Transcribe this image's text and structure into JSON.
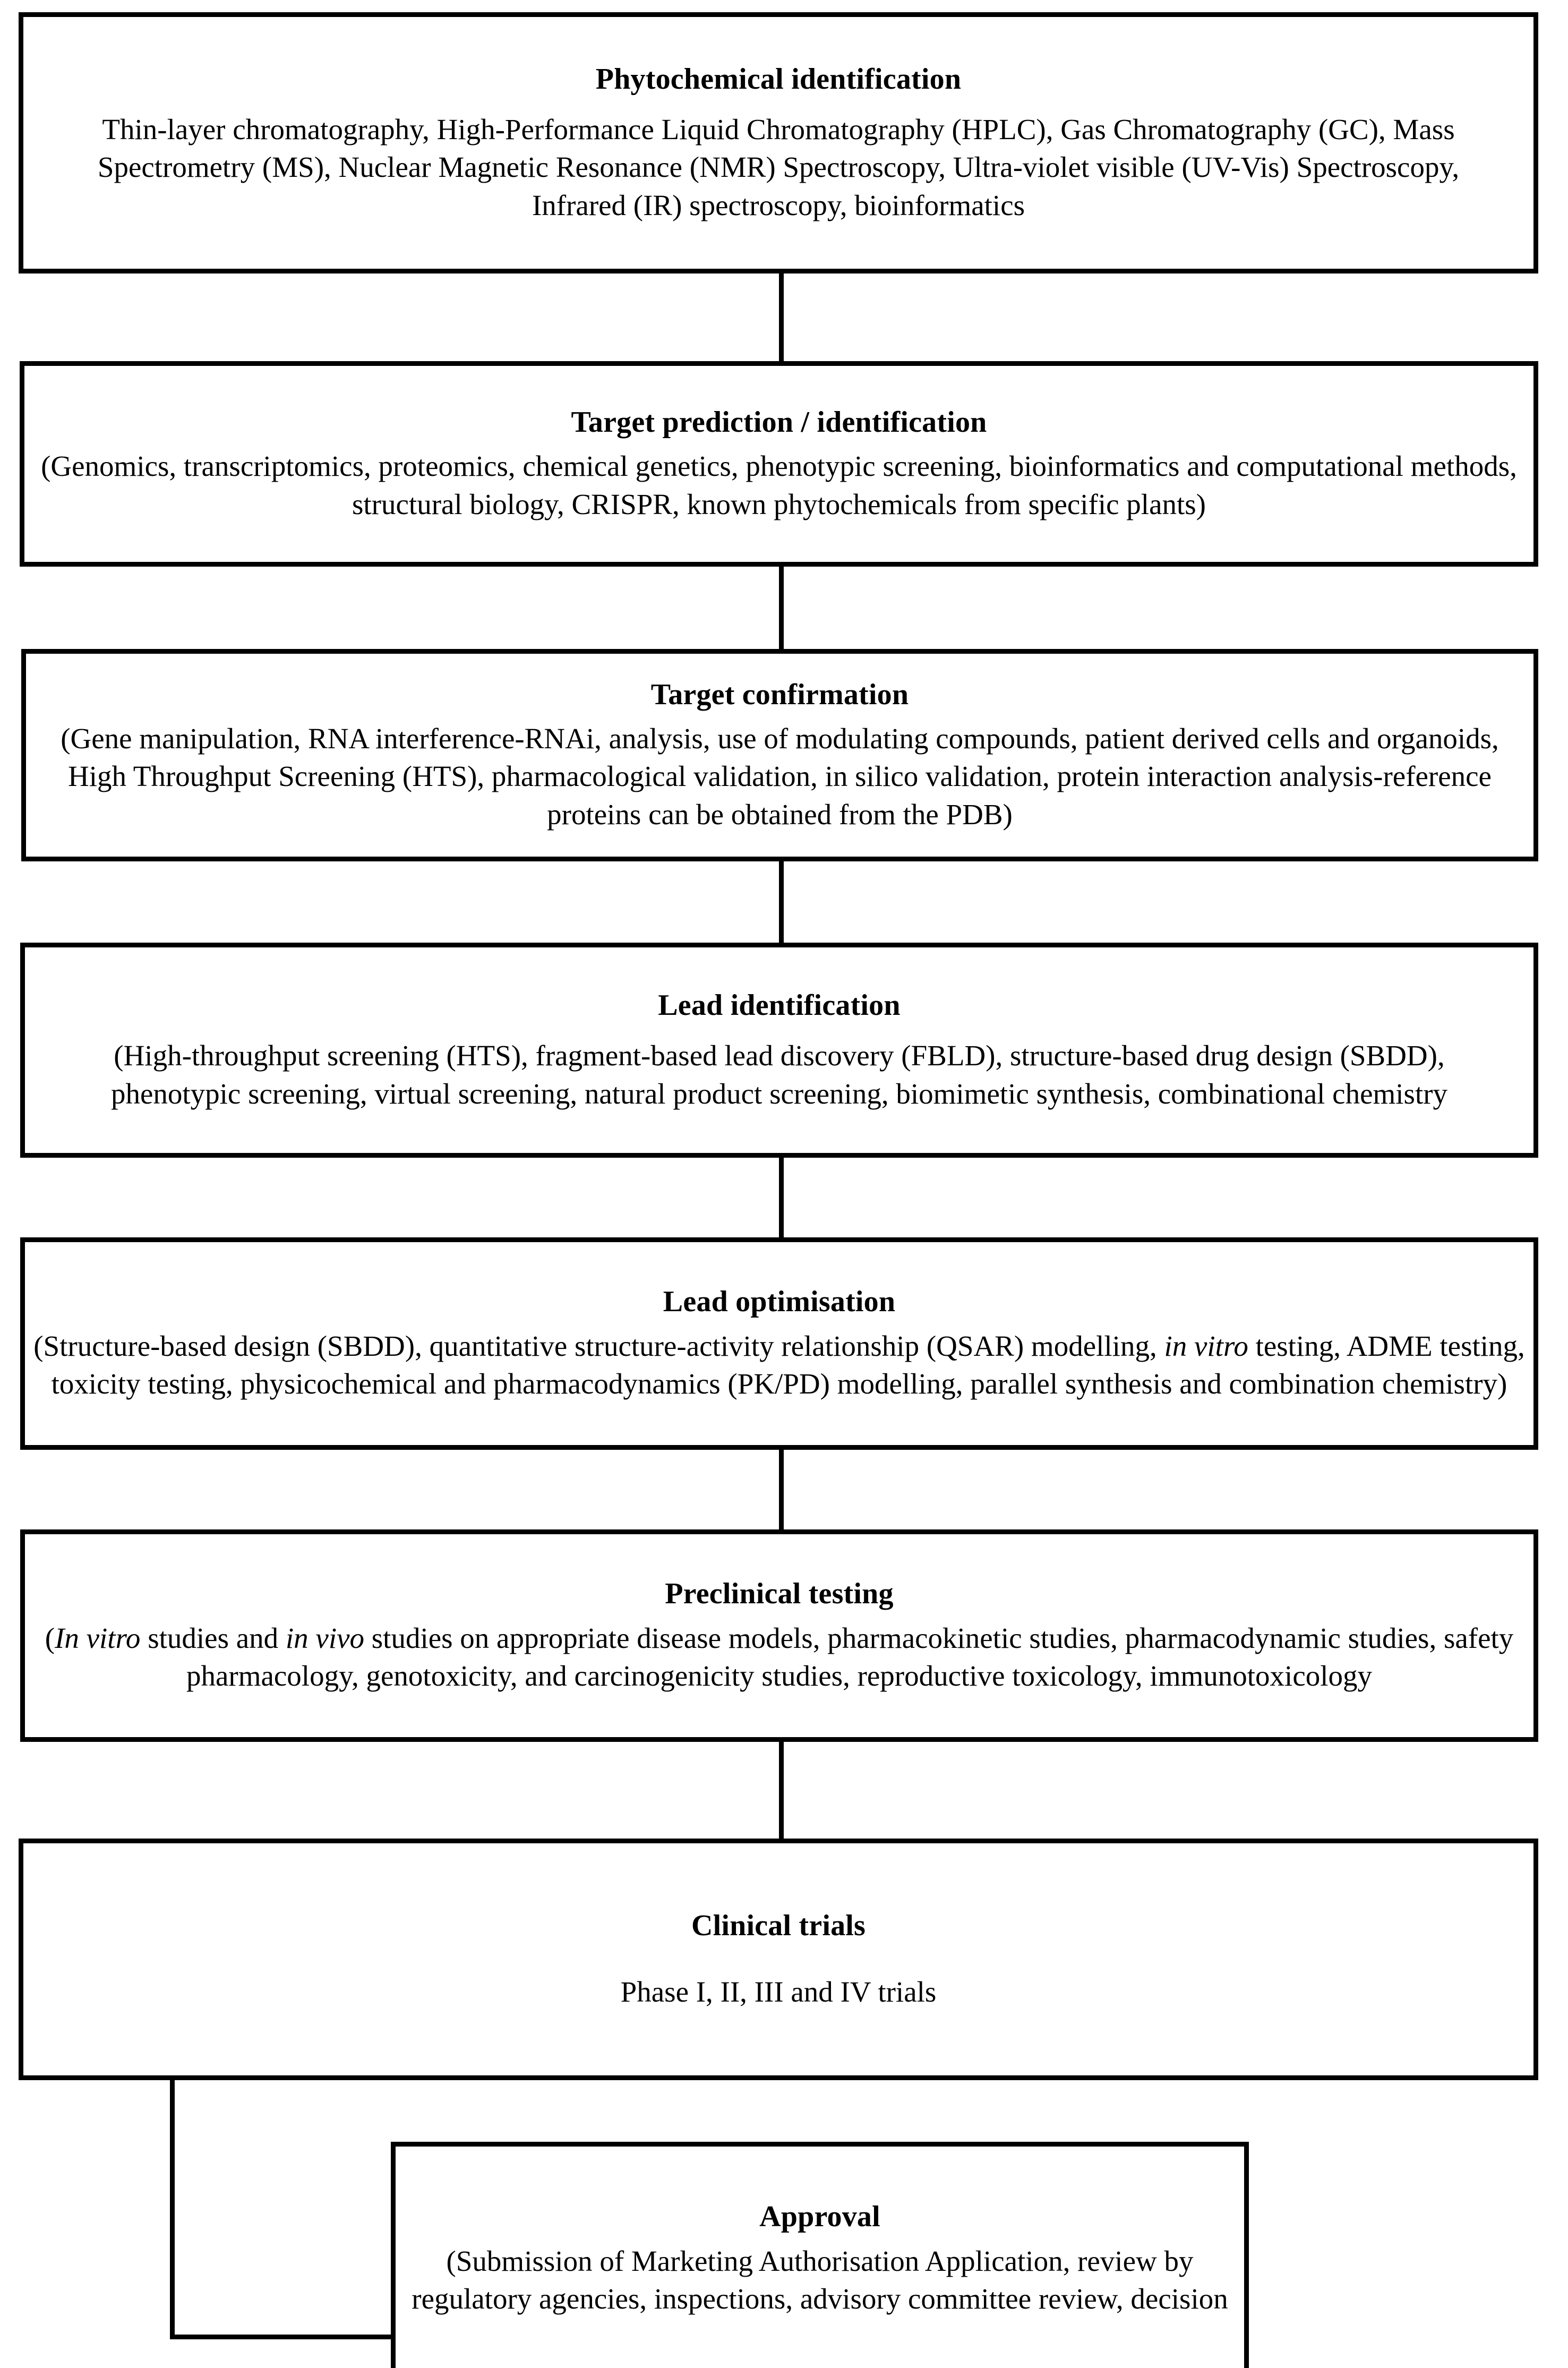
{
  "diagram": {
    "title": "Phytochemical drug discovery and development pipeline",
    "orientation": "top-to-bottom flowchart",
    "border_color": "#000000",
    "background_color": "#ffffff",
    "text_color": "#000000"
  },
  "nodes": [
    {
      "id": "phytochemical-identification",
      "title": "Phytochemical identification",
      "body": "Thin-layer chromatography, High-Performance Liquid Chromatography (HPLC), Gas Chromatography (GC), Mass Spectrometry (MS), Nuclear Magnetic Resonance (NMR) Spectroscopy, Ultra-violet visible (UV-Vis) Spectroscopy, Infrared (IR) spectroscopy, bioinformatics"
    },
    {
      "id": "target-prediction-identification",
      "title": "Target  prediction / identification",
      "body": "(Genomics, transcriptomics, proteomics, chemical genetics, phenotypic screening, bioinformatics and computational methods, structural biology, CRISPR, known phytochemicals from specific plants)"
    },
    {
      "id": "target-confirmation",
      "title": "Target confirmation",
      "body": "(Gene manipulation, RNA interference-RNAi, analysis, use of modulating compounds, patient derived cells and organoids, High Throughput Screening (HTS), pharmacological validation, in silico validation, protein interaction analysis-reference proteins can be obtained from the PDB)"
    },
    {
      "id": "lead-identification",
      "title": "Lead identification",
      "body": "(High-throughput screening (HTS), fragment-based lead discovery (FBLD), structure-based drug design (SBDD), phenotypic screening, virtual screening, natural product screening, biomimetic synthesis, combinational chemistry"
    },
    {
      "id": "lead-optimisation",
      "title": "Lead optimisation",
      "body_part_1": "(Structure-based design (SBDD), quantitative structure-activity relationship (QSAR) modelling,",
      "body_italic_1": "in vitro",
      "body_part_2": "testing, ADME testing, toxicity testing, physicochemical and pharmacodynamics (PK/PD) modelling, parallel synthesis and combination chemistry)"
    },
    {
      "id": "preclinical-testing",
      "title": "Preclinical testing",
      "body_open_paren": "(",
      "body_italic_1": "In vitro",
      "body_part_1": "studies and",
      "body_italic_2": "in vivo",
      "body_part_2": "studies on appropriate disease models, pharmacokinetic studies, pharmacodynamic studies, safety pharmacology, genotoxicity, and carcinogenicity studies, reproductive toxicology, immunotoxicology"
    },
    {
      "id": "clinical-trials",
      "title": "Clinical trials",
      "body": "Phase I, II, III and IV trials"
    },
    {
      "id": "approval",
      "title": "Approval",
      "body": "(Submission of Marketing Authorisation Application, review by regulatory agencies,  inspections, advisory committee review, decision"
    }
  ],
  "connectors": [
    {
      "id": "connector-1-2",
      "from": "phytochemical-identification",
      "to": "target-prediction-identification",
      "style": "straight-vertical"
    },
    {
      "id": "connector-2-3",
      "from": "target-prediction-identification",
      "to": "target-confirmation",
      "style": "straight-vertical"
    },
    {
      "id": "connector-3-4",
      "from": "target-confirmation",
      "to": "lead-identification",
      "style": "straight-vertical"
    },
    {
      "id": "connector-4-5",
      "from": "lead-identification",
      "to": "lead-optimisation",
      "style": "straight-vertical"
    },
    {
      "id": "connector-5-6",
      "from": "lead-optimisation",
      "to": "preclinical-testing",
      "style": "straight-vertical"
    },
    {
      "id": "connector-6-7",
      "from": "preclinical-testing",
      "to": "clinical-trials",
      "style": "straight-vertical"
    },
    {
      "id": "connector-7-8",
      "from": "clinical-trials",
      "to": "approval",
      "style": "elbow-left-down-right"
    }
  ]
}
